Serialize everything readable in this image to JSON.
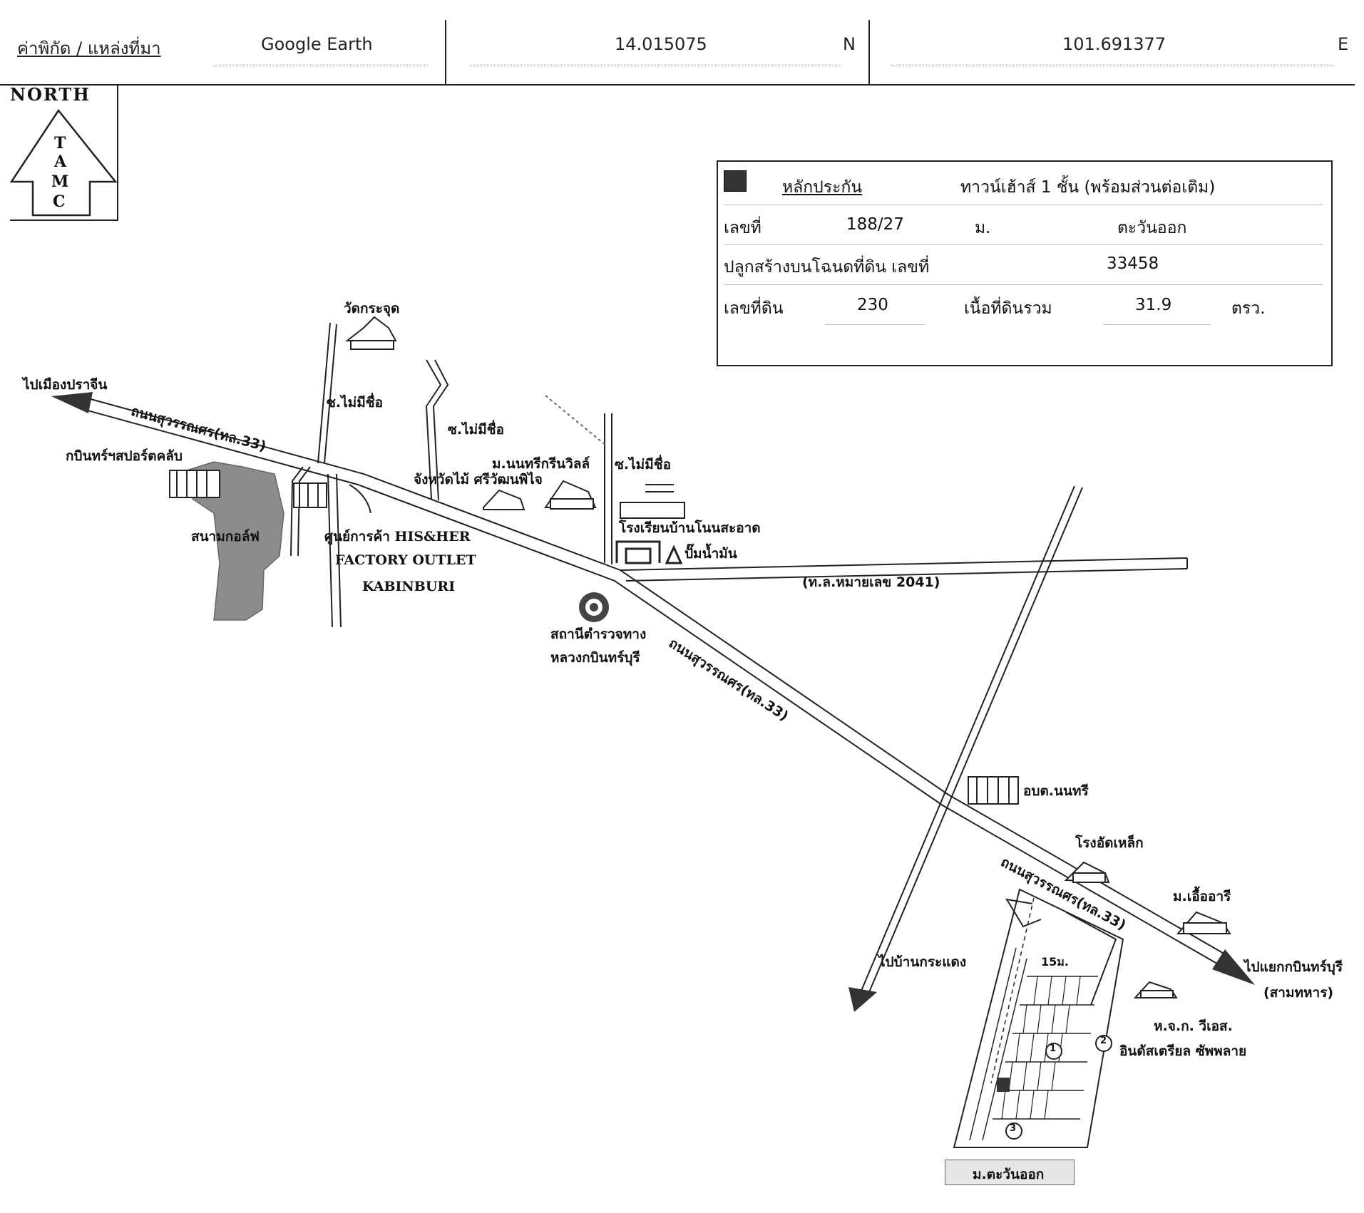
{
  "header": {
    "source_label": "ค่าพิกัด / แหล่งที่มา",
    "source_value": "Google Earth",
    "latitude": "14.015075",
    "lat_hemisphere": "N",
    "longitude": "101.691377",
    "lon_hemisphere": "E"
  },
  "north_arrow": {
    "label": "NORTH",
    "letters": [
      "T",
      "A",
      "M",
      "C"
    ]
  },
  "legend": {
    "collateral_label": "หลักประกัน",
    "property_type": "ทาวน์เฮ้าส์ 1 ชั้น (พร้อมส่วนต่อเติม)",
    "house_no_label": "เลขที่",
    "house_no": "188/27",
    "moo_label": "ม.",
    "village": "ตะวันออก",
    "deed_label": "ปลูกสร้างบนโฉนดที่ดิน เลขที่",
    "deed_no": "33458",
    "land_no_label": "เลขที่ดิน",
    "land_no": "230",
    "area_label": "เนื้อที่ดินรวม",
    "area_value": "31.9",
    "area_unit": "ตรว."
  },
  "map_labels": {
    "to_prachinburi": "ไปเมืองปราจีน",
    "road_33_left": "ถนนสุวรรณศร(ทล.33)",
    "wat": "วัดกระจุด",
    "soi_1": "ซ.ไม่มีชื่อ",
    "soi_2": "ซ.ไม่มีชื่อ",
    "soi_3": "ซ.ไม่มีชื่อ",
    "sport_club": "กบินทร์ฯสปอร์ตคลับ",
    "golf": "สนามกอล์ฟ",
    "outlet_1": "ศูนย์การค้า HIS&HER",
    "outlet_2": "FACTORY OUTLET",
    "outlet_3": "KABINBURI",
    "garden": "จังหวัดไม้ ศรีวัฒนพิไจ",
    "village_green": "ม.นนทรีกรีนวิลล์",
    "school": "โรงเรียนบ้านโนนสะอาด",
    "gas": "ปั๊มน้ำมัน",
    "road_2041": "(ท.ล.หมายเลข 2041)",
    "police_1": "สถานีตำรวจทาง",
    "police_2": "หลวงกบินทร์บุรี",
    "road_33_mid": "ถนนสุวรรณศร(ทล.33)",
    "obt": "อบต.นนทรี",
    "factory": "โรงอัดเหล็ก",
    "road_33_right": "ถนนสุวรรณศร(ทล.33)",
    "village_right": "ม.เอื้ออารี",
    "to_ban_krathae": "ไปบ้านกระแดง",
    "soi_width": "15ม.",
    "to_kabinburi_1": "ไปแยกกบินทร์บุรี",
    "to_kabinburi_2": "(สามทหาร)",
    "house_1": "ห.จ.ก. วีเอส.",
    "house_2": "อินดัสเตรียล ซัพพลาย",
    "marker_1": "1",
    "marker_2": "2",
    "marker_3": "3",
    "project": "ม.ตะวันออก"
  },
  "colors": {
    "road": "#222222",
    "golf_fill": "#8c8c8c",
    "subject_plot": "#333333"
  }
}
